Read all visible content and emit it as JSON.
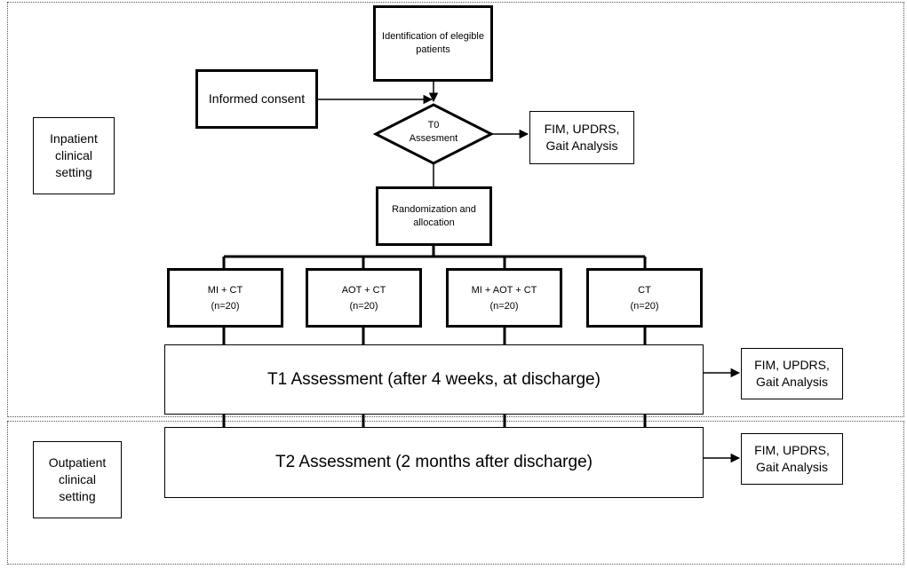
{
  "zones": {
    "inpatient": "Inpatient\nclinical\nsetting",
    "outpatient": "Outpatient\nclinical\nsetting"
  },
  "steps": {
    "identification": "Identification of elegible\npatients",
    "consent": "Informed consent",
    "t0": "T0\nAssesment",
    "randomization": "Randomization and\nallocation",
    "t1": "T1 Assessment (after 4 weeks, at discharge)",
    "t2": "T2 Assessment (2 months after discharge)"
  },
  "groups": [
    {
      "name": "MI + CT",
      "n": "(n=20)"
    },
    {
      "name": "AOT + CT",
      "n": "(n=20)"
    },
    {
      "name": "MI + AOT + CT",
      "n": "(n=20)"
    },
    {
      "name": "CT",
      "n": "(n=20)"
    }
  ],
  "outcomes": {
    "t0": "FIM, UPDRS,\nGait Analysis",
    "t1": "FIM, UPDRS,\nGait Analysis",
    "t2": "FIM, UPDRS,\nGait Analysis"
  }
}
